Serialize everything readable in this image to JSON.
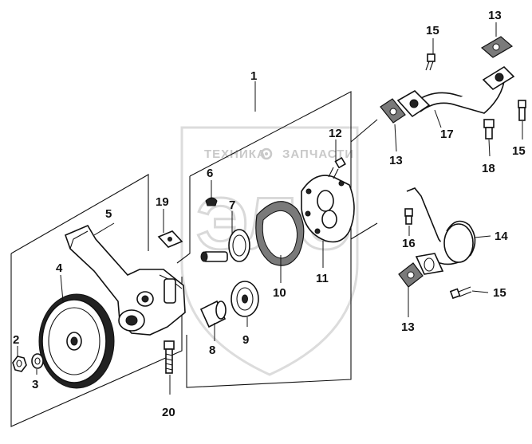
{
  "watermark": {
    "line1": "ТЕХНИКА",
    "line2": "ЗАПЧАСТИ",
    "logo": "ЭЛС"
  },
  "callouts": [
    {
      "id": "c1",
      "text": "1"
    },
    {
      "id": "c2",
      "text": "2"
    },
    {
      "id": "c3",
      "text": "3"
    },
    {
      "id": "c4",
      "text": "4"
    },
    {
      "id": "c5",
      "text": "5"
    },
    {
      "id": "c6",
      "text": "6"
    },
    {
      "id": "c7",
      "text": "7"
    },
    {
      "id": "c8",
      "text": "8"
    },
    {
      "id": "c9",
      "text": "9"
    },
    {
      "id": "c10",
      "text": "10"
    },
    {
      "id": "c11",
      "text": "11"
    },
    {
      "id": "c12",
      "text": "12"
    },
    {
      "id": "c13a",
      "text": "13"
    },
    {
      "id": "c13b",
      "text": "13"
    },
    {
      "id": "c13c",
      "text": "13"
    },
    {
      "id": "c14",
      "text": "14"
    },
    {
      "id": "c15a",
      "text": "15"
    },
    {
      "id": "c15b",
      "text": "15"
    },
    {
      "id": "c15c",
      "text": "15"
    },
    {
      "id": "c16",
      "text": "16"
    },
    {
      "id": "c17",
      "text": "17"
    },
    {
      "id": "c18",
      "text": "18"
    },
    {
      "id": "c19",
      "text": "19"
    },
    {
      "id": "c20",
      "text": "20"
    }
  ]
}
